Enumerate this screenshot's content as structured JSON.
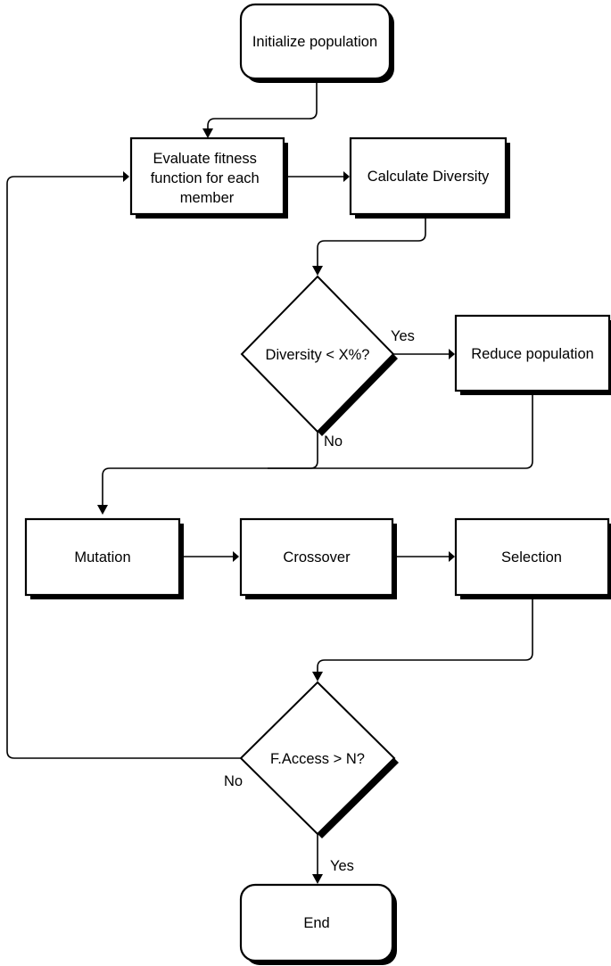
{
  "diagram": {
    "type": "flowchart",
    "colors": {
      "background": "#ffffff",
      "node_fill": "#ffffff",
      "stroke": "#000000",
      "shadow": "#000000"
    },
    "nodes": {
      "initialize": {
        "label": "Initialize population",
        "shape": "rounded-rect"
      },
      "evaluate": {
        "lines": [
          "Evaluate fitness",
          "function for each",
          "member"
        ],
        "shape": "rect"
      },
      "calculate": {
        "label": "Calculate Diversity",
        "shape": "rect"
      },
      "diversity_check": {
        "label": "Diversity < X%?",
        "shape": "diamond"
      },
      "reduce": {
        "label": "Reduce population",
        "shape": "rect"
      },
      "mutation": {
        "label": "Mutation",
        "shape": "rect"
      },
      "crossover": {
        "label": "Crossover",
        "shape": "rect"
      },
      "selection": {
        "label": "Selection",
        "shape": "rect"
      },
      "faccess_check": {
        "label": "F.Access > N?",
        "shape": "diamond"
      },
      "end": {
        "label": "End",
        "shape": "rounded-rect"
      }
    },
    "edge_labels": {
      "diversity_yes": "Yes",
      "diversity_no": "No",
      "faccess_no": "No",
      "faccess_yes": "Yes"
    }
  }
}
